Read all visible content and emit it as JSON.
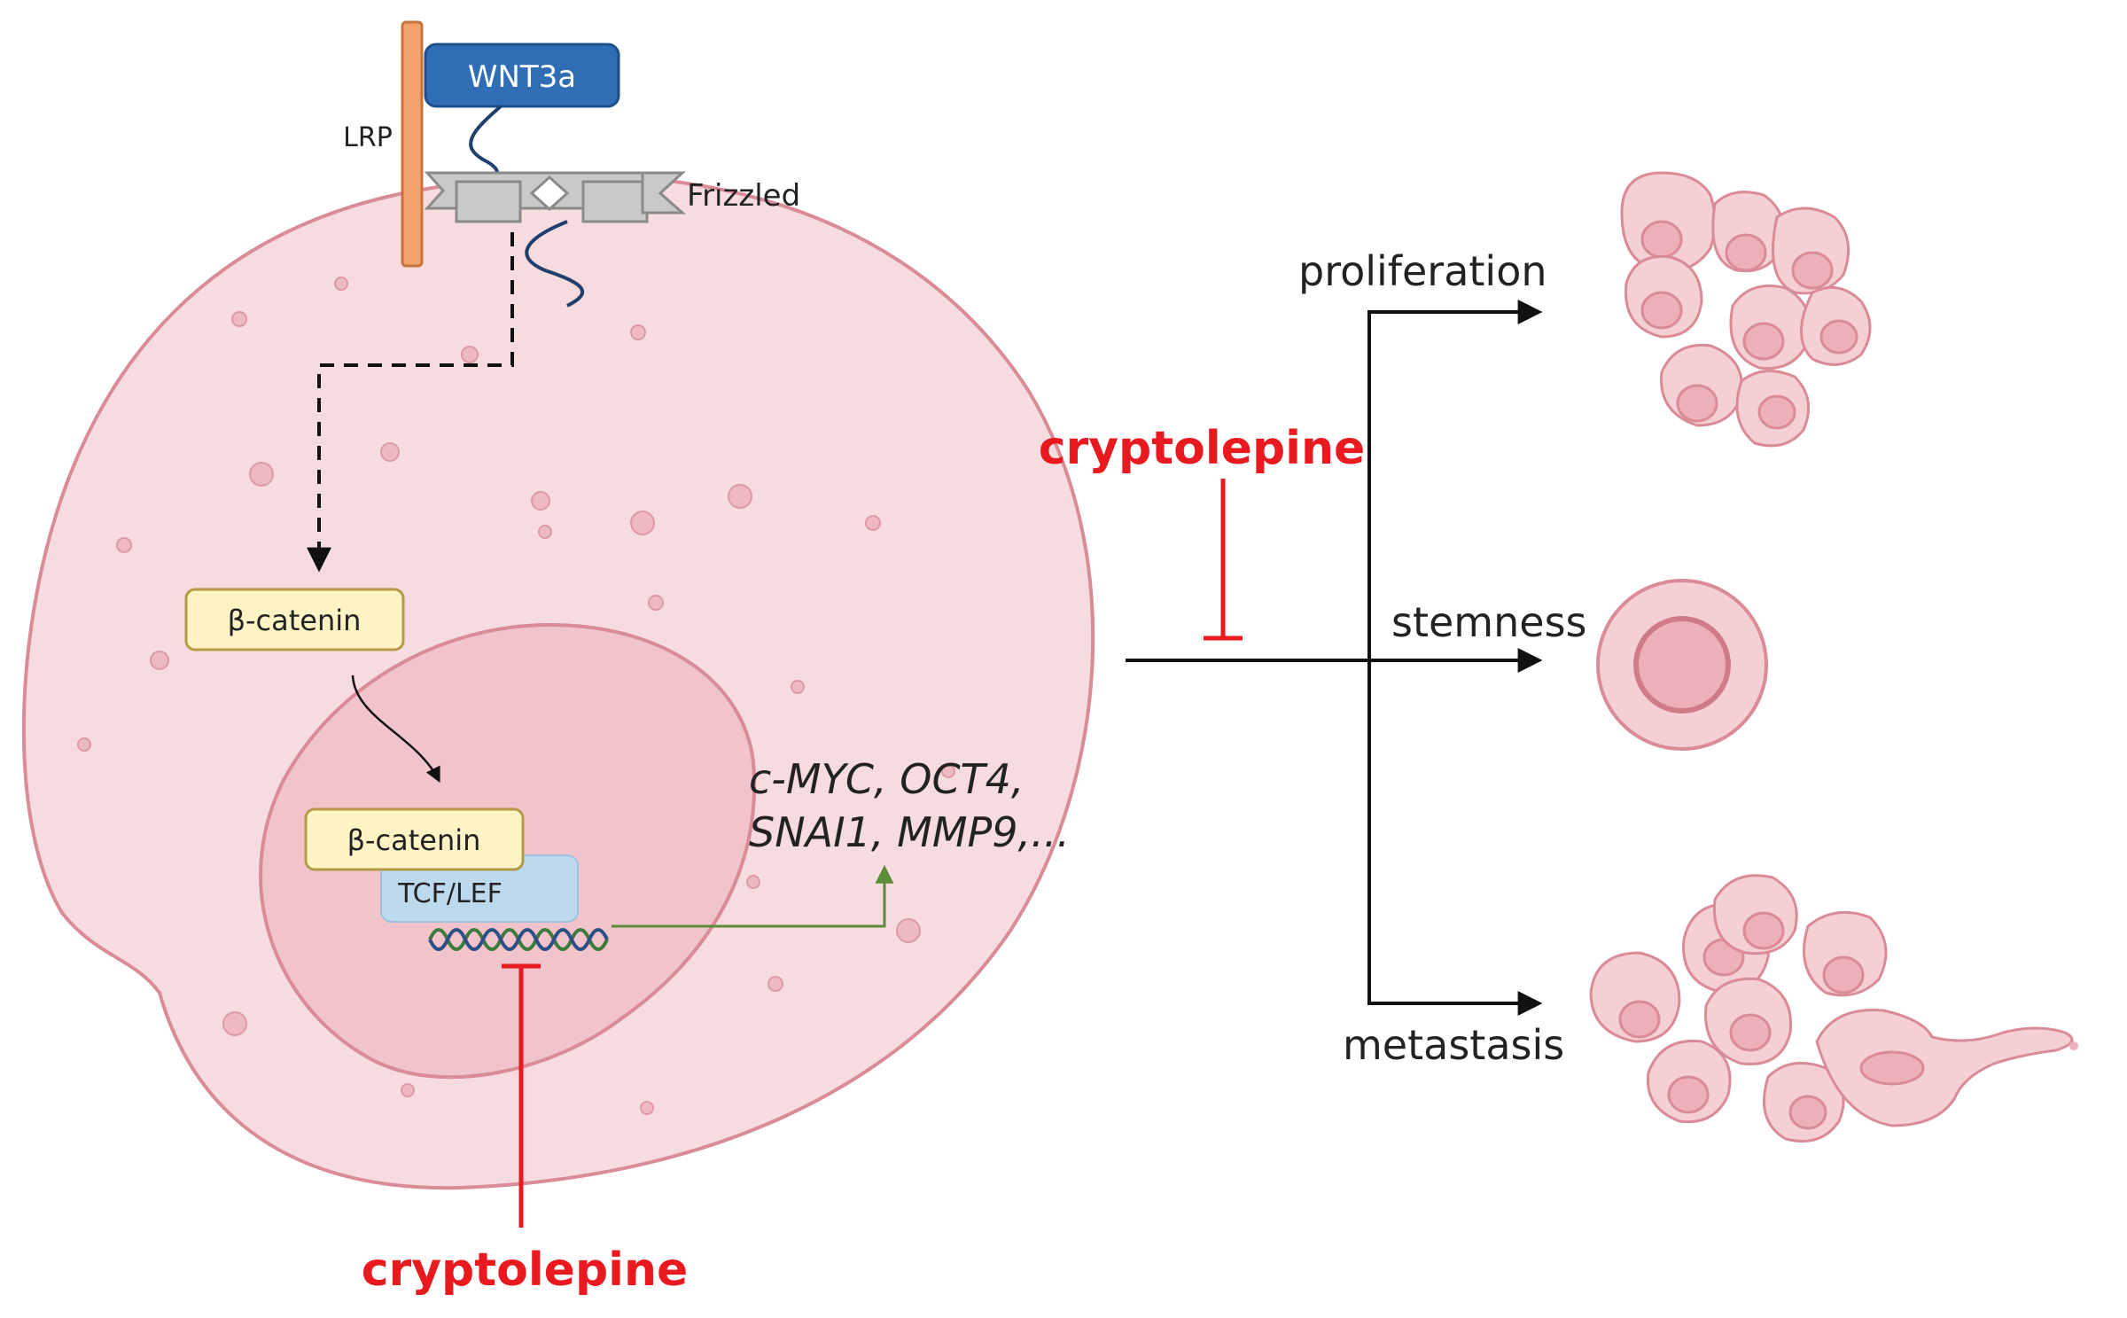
{
  "labels": {
    "wnt3a": "WNT3a",
    "lrp": "LRP",
    "frizzled": "Frizzled",
    "beta_catenin_cytoplasm": "β-catenin",
    "beta_catenin_nucleus": "β-catenin",
    "tcf_lef": "TCF/LEF",
    "target_genes_line1": "c-MYC, OCT4,",
    "target_genes_line2": "SNAI1, MMP9,...",
    "inhibitor_bottom": "cryptolepine",
    "inhibitor_top": "cryptolepine",
    "outcome_proliferation": "proliferation",
    "outcome_stemness": "stemness",
    "outcome_metastasis": "metastasis"
  },
  "colors": {
    "cell_fill": "#f7dcdf",
    "cell_stroke": "#d98b96",
    "nucleus_fill": "#f0c4ca",
    "lrp": "#f2a26b",
    "wnt3a": "#2f6db5",
    "receptor": "#c9c9c9",
    "box_fill": "#fdf3c5",
    "box_stroke": "#b59a45",
    "tcf_fill": "#bcd9ee",
    "inhibitor": "#e8191f",
    "expression_arrow": "#5b8c3a",
    "dna_green": "#3d7a3c",
    "dna_blue": "#2c4f84"
  }
}
